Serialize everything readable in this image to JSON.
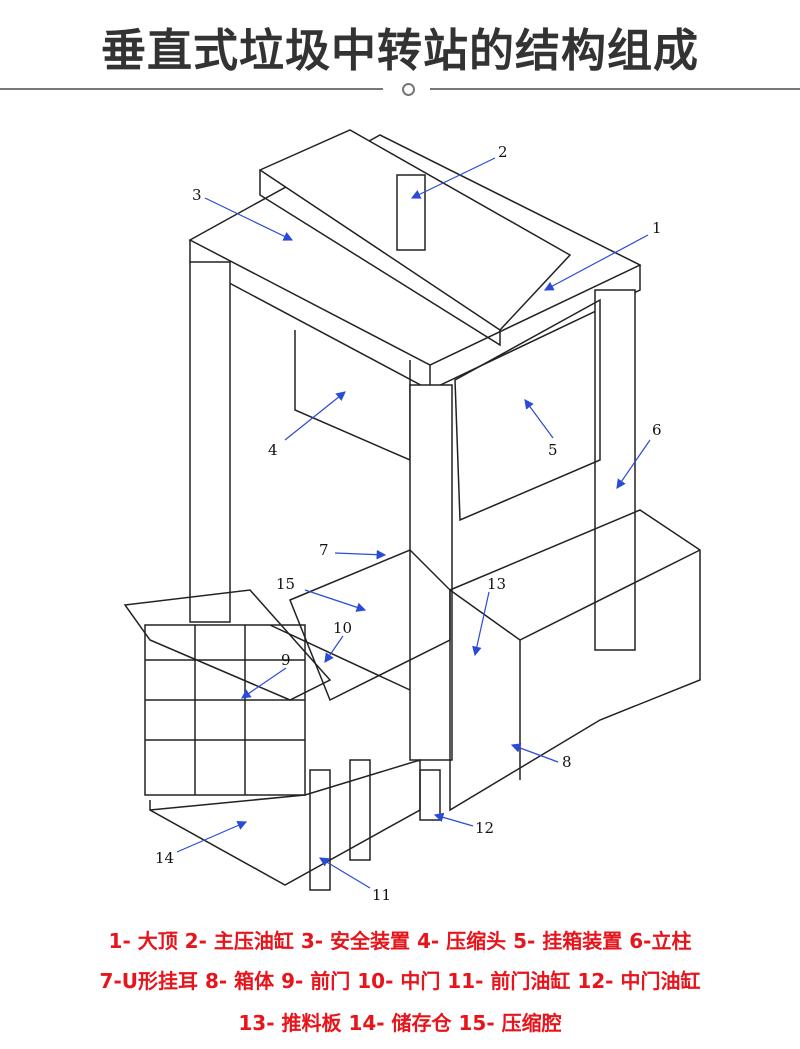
{
  "title": "垂直式垃圾中转站的结构组成",
  "diagram": {
    "callouts": [
      "1",
      "2",
      "3",
      "4",
      "5",
      "6",
      "7",
      "8",
      "9",
      "10",
      "11",
      "12",
      "13",
      "14",
      "15"
    ],
    "line_color": "#222222",
    "arrow_color": "#2a4bd7"
  },
  "legend": {
    "color": "#e8141b",
    "lines": [
      "1- 大顶 2- 主压油缸 3-  安全装置 4- 压缩头 5-   挂箱装置 6-立柱",
      "7-U形挂耳 8-  箱体 9-   前门 10- 中门 11- 前门油缸 12- 中门油缸",
      "13- 推料板 14- 储存仓 15- 压缩腔"
    ]
  }
}
